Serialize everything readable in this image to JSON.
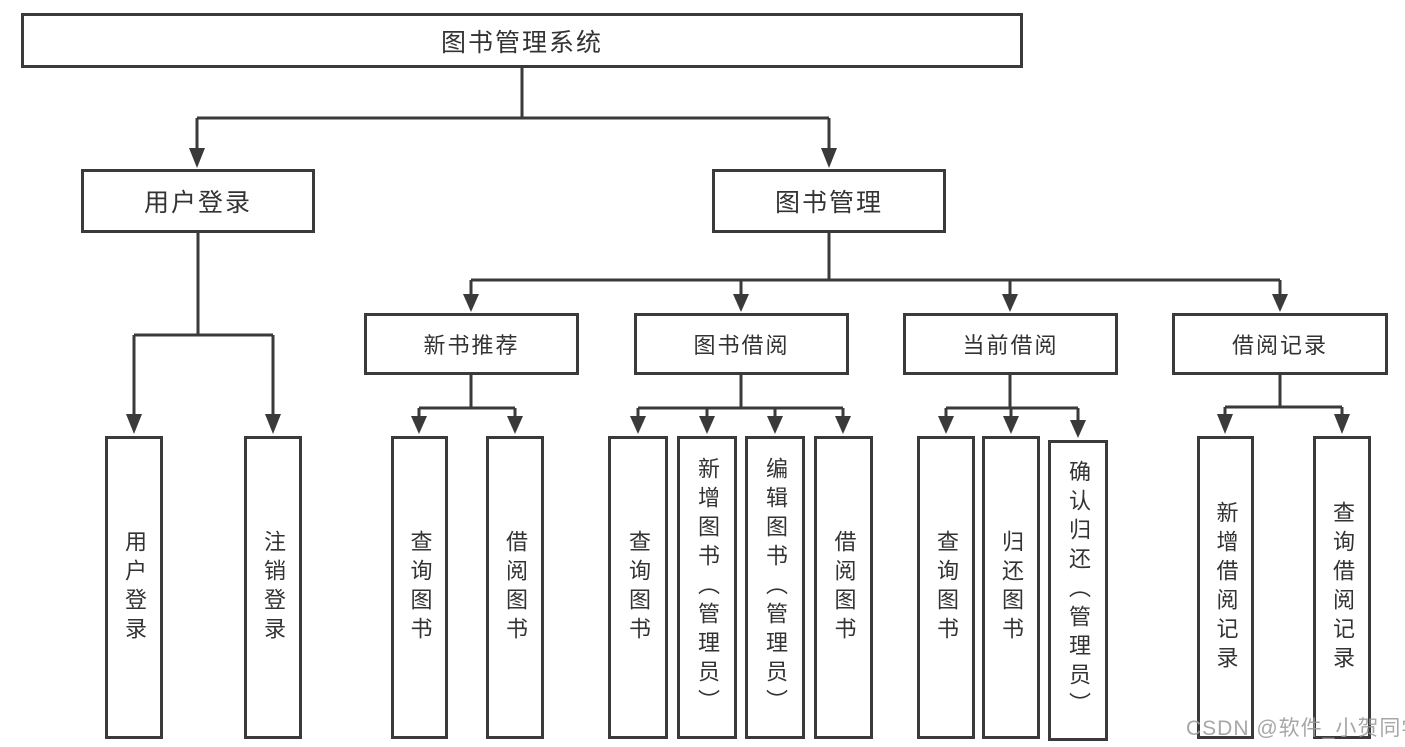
{
  "diagram": {
    "root": {
      "label": "图书管理系统"
    },
    "level2": [
      {
        "label": "用户登录"
      },
      {
        "label": "图书管理"
      }
    ],
    "level3": [
      {
        "label": "新书推荐"
      },
      {
        "label": "图书借阅"
      },
      {
        "label": "当前借阅"
      },
      {
        "label": "借阅记录"
      }
    ],
    "leaves": {
      "user_login": [
        "用户登录",
        "注销登录"
      ],
      "new_book": [
        "查询图书",
        "借阅图书"
      ],
      "book_borrow": [
        "查询图书",
        "新增图书（管理员）",
        "编辑图书（管理员）",
        "借阅图书"
      ],
      "current_borrow": [
        "查询图书",
        "归还图书",
        "确认归还（管理员）"
      ],
      "borrow_record": [
        "新增借阅记录",
        "查询借阅记录"
      ]
    },
    "colors": {
      "line": "#3a3a3a",
      "text": "#333333",
      "background": "#ffffff",
      "watermark": "#9b9b9b"
    }
  },
  "watermark": {
    "text": "CSDN @软件_小贺同学"
  }
}
